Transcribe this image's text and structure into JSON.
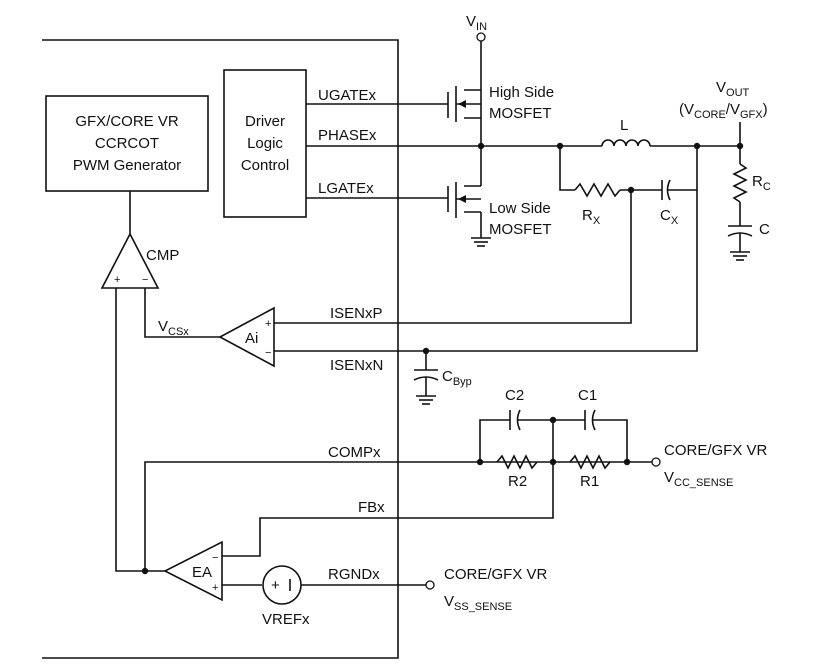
{
  "blocks": {
    "pwm_generator": [
      "GFX/CORE VR",
      "CCRCOT",
      "PWM Generator"
    ],
    "driver": [
      "Driver",
      "Logic",
      "Control"
    ],
    "cmp": "CMP",
    "ai": "Ai",
    "ea": "EA",
    "vref": "VREFx"
  },
  "pins": {
    "ugate": "UGATEx",
    "phase": "PHASEx",
    "lgate": "LGATEx",
    "isenp": "ISENxP",
    "isenn": "ISENxN",
    "comp": "COMPx",
    "fb": "FBx",
    "rgnd": "RGNDx"
  },
  "power": {
    "vin": {
      "main": "V",
      "sub": "IN"
    },
    "high_side": [
      "High Side",
      "MOSFET"
    ],
    "low_side": [
      "Low Side",
      "MOSFET"
    ],
    "vout": {
      "main": "V",
      "sub": "OUT"
    },
    "vout_desc": {
      "open": "(V",
      "core": "CORE",
      "slash": "/V",
      "gfx": "GFX",
      "close": ")"
    }
  },
  "components": {
    "inductor": "L",
    "rc": {
      "main": "R",
      "sub": "C"
    },
    "c": "C",
    "rx": {
      "main": "R",
      "sub": "X"
    },
    "cx": {
      "main": "C",
      "sub": "X"
    },
    "cbyp": {
      "main": "C",
      "sub": "Byp"
    },
    "c1": "C1",
    "c2": "C2",
    "r1": "R1",
    "r2": "R2"
  },
  "signals": {
    "vcs": {
      "main": "V",
      "sub": "CSx"
    },
    "vcc_sense": {
      "line1": "CORE/GFX VR",
      "main": "V",
      "sub": "CC_SENSE"
    },
    "vss_sense": {
      "line1": "CORE/GFX VR",
      "main": "V",
      "sub": "SS_SENSE"
    }
  },
  "polarity": {
    "plus": "+",
    "minus": "−"
  }
}
